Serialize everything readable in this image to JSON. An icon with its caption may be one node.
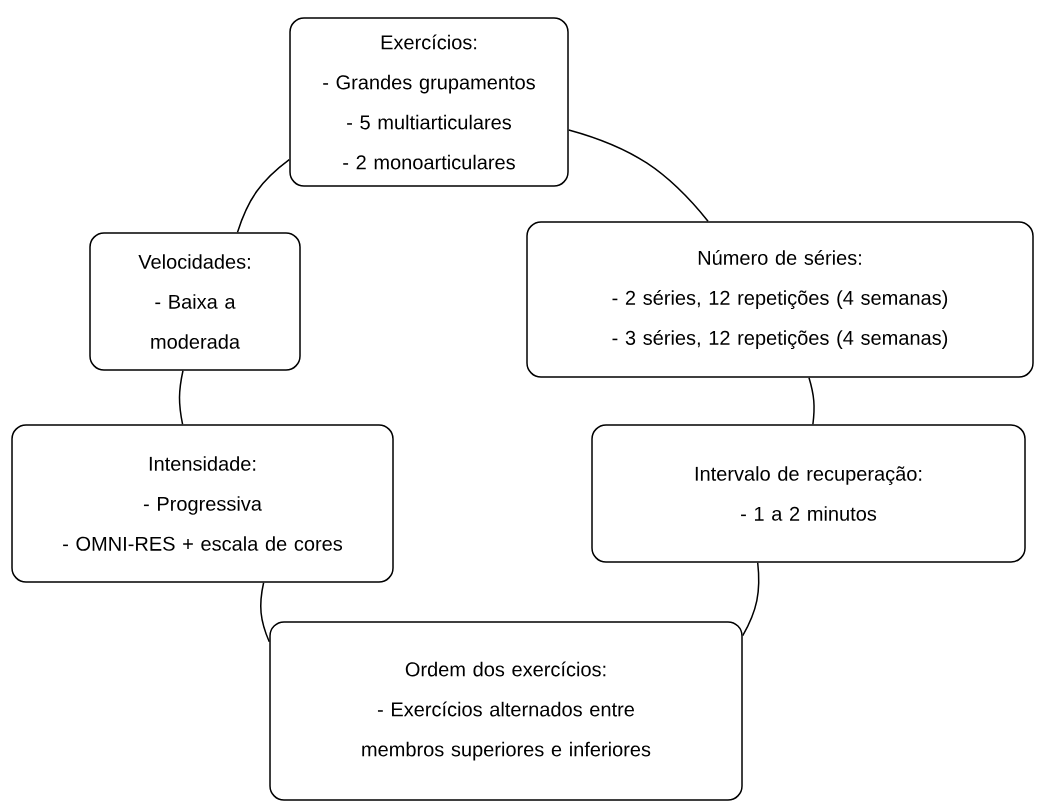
{
  "diagram": {
    "nodes": [
      {
        "text": [
          "Exercícios:",
          "- Grandes grupamentos",
          "- 5 multiarticulares",
          "- 2 monoarticulares"
        ]
      },
      {
        "text": [
          "Velocidades:",
          "- Baixa a moderada"
        ]
      },
      {
        "text": [
          "Número de séries:",
          "- 2 séries, 12 repetições (4 semanas)",
          "- 3 séries, 12 repetições (4 semanas)"
        ]
      },
      {
        "text": [
          "Intensidade:",
          "- Progressiva",
          "- OMNI-RES + escala de cores"
        ]
      },
      {
        "text": [
          "Intervalo de recuperação:",
          "- 1 a 2 minutos"
        ]
      },
      {
        "text": [
          "Ordem dos exercícios:",
          "- Exercícios alternados entre membros superiores e inferiores"
        ]
      }
    ],
    "edges": [
      {
        "from": 0,
        "to": 1,
        "arrow": "none"
      },
      {
        "from": 0,
        "to": 2,
        "arrow": "none"
      },
      {
        "from": 1,
        "to": 3,
        "arrow": "none"
      },
      {
        "from": 2,
        "to": 4,
        "arrow": "none"
      },
      {
        "from": 3,
        "to": 5,
        "arrow": "none"
      },
      {
        "from": 4,
        "to": 5,
        "arrow": "none"
      }
    ]
  }
}
